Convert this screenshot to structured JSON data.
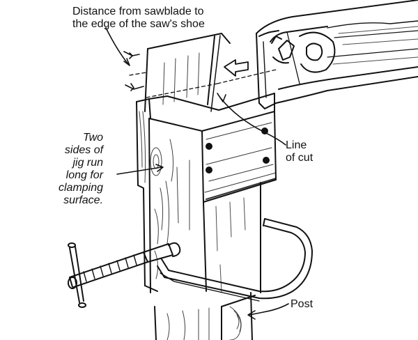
{
  "labels": {
    "saw_distance": "Distance from sawblade to\nthe edge of the saw's shoe",
    "jig_sides": "Two\nsides of\njig run\nlong for\nclamping\nsurface.",
    "line_of_cut": "Line\nof cut",
    "post": "Post"
  },
  "colors": {
    "ink": "#111111",
    "paper": "#ffffff"
  },
  "icons": [
    "circular-saw-icon",
    "c-clamp-icon",
    "direction-arrow-icon"
  ]
}
